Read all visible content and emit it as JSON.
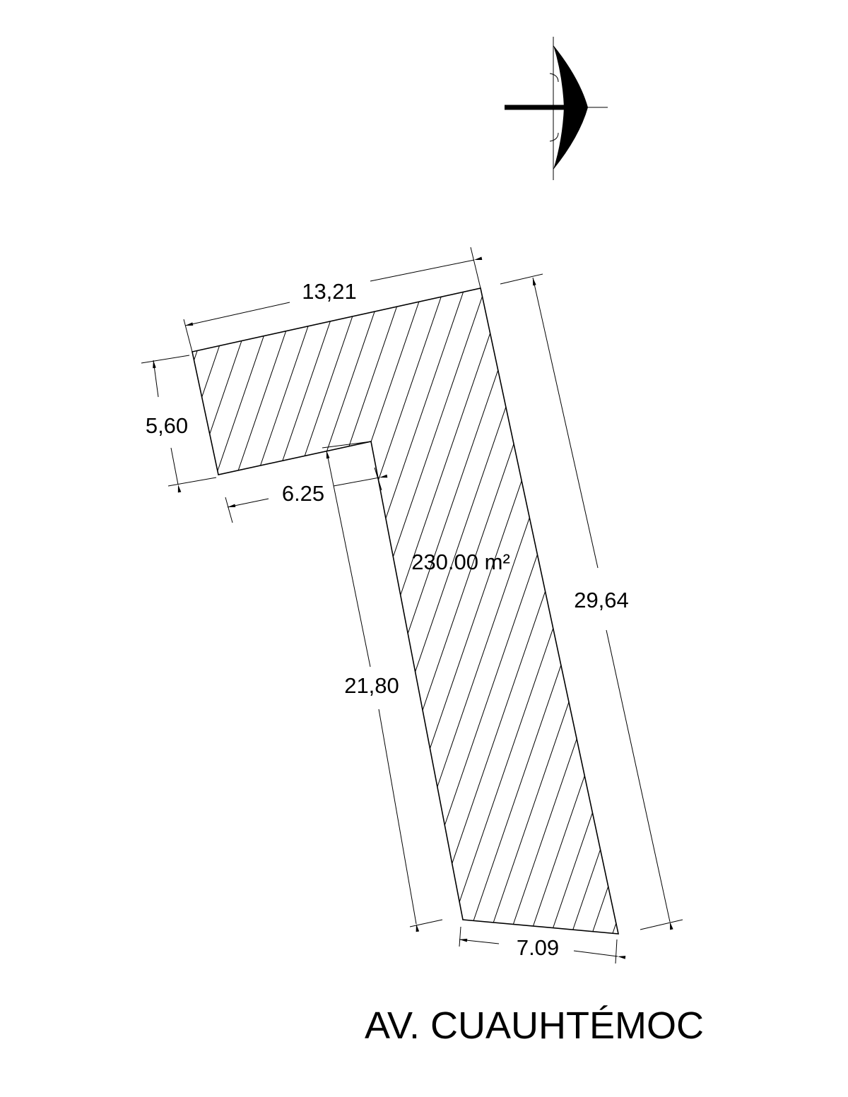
{
  "plan": {
    "street_name": "AV. CUAUHTÉMOC",
    "area_label": "230.00 m²",
    "dimensions": {
      "top_edge": "13,21",
      "left_edge": "5,60",
      "notch_edge": "6.25",
      "inner_edge": "21,80",
      "right_edge": "29,64",
      "bottom_edge": "7.09"
    },
    "north_arrow_icon": "north-arrow-icon",
    "hatch_pattern": "diagonal-hatch",
    "line_color": "#000000",
    "background_color": "#ffffff"
  }
}
